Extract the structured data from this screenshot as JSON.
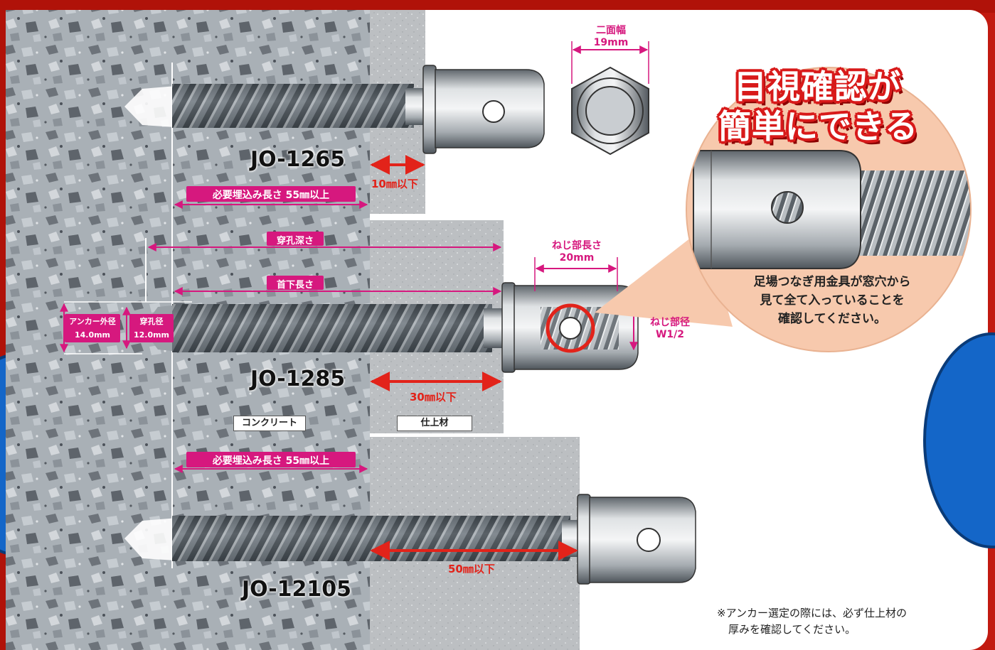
{
  "products": [
    {
      "model": "JO-1265",
      "finish_limit": "10㎜以下"
    },
    {
      "model": "JO-1285",
      "finish_limit": "30㎜以下"
    },
    {
      "model": "JO-12105",
      "finish_limit": "50㎜以下"
    }
  ],
  "dimensions": {
    "embed_length_top": "必要埋込み長さ 55㎜以上",
    "embed_length_bottom": "必要埋込み長さ 55㎜以上",
    "hole_depth": "穿孔深さ",
    "under_head_length": "首下長さ",
    "anchor_diameter_label": "アンカー外径",
    "anchor_diameter_value": "14.0mm",
    "hole_diameter_label": "穿孔径",
    "hole_diameter_value": "12.0mm",
    "thread_length_label": "ねじ部長さ",
    "thread_length_value": "20mm",
    "thread_diameter_label": "ねじ部径",
    "thread_diameter_value": "W1/2",
    "across_flats_label": "二面幅",
    "across_flats_value": "19mm"
  },
  "materials": {
    "concrete": "コンクリート",
    "finish": "仕上材"
  },
  "badge": {
    "line1": "目視確認が",
    "line2": "簡単にできる"
  },
  "zoom_caption": {
    "line1": "足場つなぎ用金具が窓穴から",
    "line2": "見て全て入っていることを",
    "line3": "確認してください。"
  },
  "note": {
    "line1": "※アンカー選定の際には、必ず仕上材の",
    "line2": "厚みを確認してください。"
  },
  "colors": {
    "accent": "#e2231a",
    "dimension": "#d6187e",
    "background": "#c21a10",
    "zoom_circle": "#f7c9ad"
  }
}
